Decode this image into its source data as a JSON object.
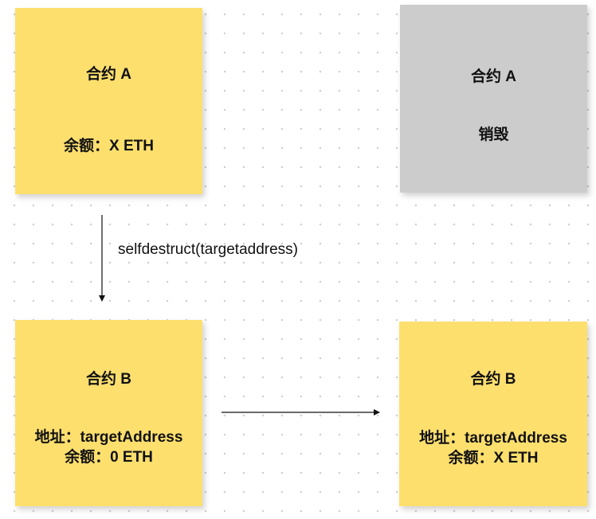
{
  "colors": {
    "sticky_yellow": "#fddf6e",
    "destroyed_gray": "#cccccc",
    "arrow": "#111111"
  },
  "notes": {
    "contract_a": {
      "title": "合约 A",
      "line": "余额：X ETH"
    },
    "contract_a_destroyed": {
      "title": "合约 A",
      "line": "销毁"
    },
    "contract_b": {
      "title": "合约 B",
      "line1": "地址：targetAddress",
      "line2": "余额：0 ETH"
    },
    "contract_b_after": {
      "title": "合约 B",
      "line1": "地址：targetAddress",
      "line2": "余额：X ETH"
    }
  },
  "edges": {
    "selfdestruct_label": "selfdestruct(targetaddress)"
  }
}
